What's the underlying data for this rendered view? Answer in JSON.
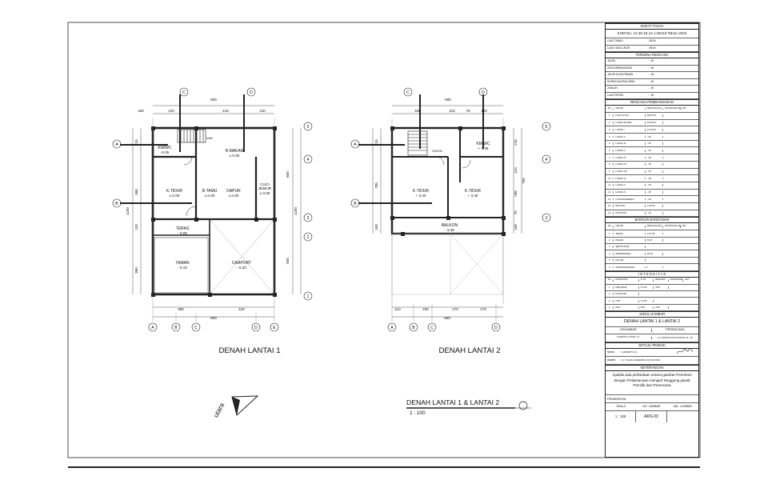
{
  "plans": {
    "floor1": {
      "title": "DENAH LANTAI 1",
      "rooms": [
        {
          "name": "KM/WC",
          "level": "-0.05"
        },
        {
          "name": "R.MAKAN",
          "level": "± 0.00"
        },
        {
          "name": "K.TIDUR",
          "level": "± 0.00"
        },
        {
          "name": "R.TAMU",
          "level": "± 0.00"
        },
        {
          "name": "DAPUR",
          "level": "± 0.00"
        },
        {
          "name": "CUCI JEMUR",
          "level": "± 0.00"
        },
        {
          "name": "TERAS",
          "level": "- 0.05"
        },
        {
          "name": "TAMAN",
          "level": "- 0.10"
        },
        {
          "name": "CARPORT",
          "level": "- 0.20"
        }
      ],
      "stair_label": "NAIK",
      "dims_top": [
        "150",
        "120",
        "410",
        "120",
        "800"
      ],
      "dims_bottom": [
        "380",
        "420",
        "800"
      ],
      "dims_left": [
        "215",
        "385",
        "120",
        "380",
        "1100"
      ],
      "dims_right": [
        "600",
        "500",
        "1100"
      ],
      "grid_letters": [
        "A",
        "B",
        "C",
        "D",
        "E"
      ],
      "grid_numbers": [
        "5",
        "4",
        "3",
        "2",
        "1"
      ],
      "section_marks": [
        "A",
        "B",
        "C",
        "D"
      ]
    },
    "floor2": {
      "title": "DENAH LANTAI 2",
      "rooms": [
        {
          "name": "KM/WC",
          "level": "+ 3.35"
        },
        {
          "name": "K.TIDUR",
          "level": "+ 3.40"
        },
        {
          "name": "K.TIDUR",
          "level": "+ 3.40"
        },
        {
          "name": "BALKON",
          "level": "- 3.35"
        }
      ],
      "stair_label": "TURUN",
      "dims_top": [
        "340",
        "115",
        "75",
        "150",
        "680"
      ],
      "dims_bottom": [
        "110",
        "230",
        "170",
        "170",
        "680"
      ],
      "dims_left": [
        "215",
        "785",
        "100"
      ],
      "dims_right": [
        "215",
        "110",
        "295",
        "70",
        "100",
        "700"
      ],
      "grid_letters": [
        "A",
        "B",
        "C",
        "D"
      ],
      "grid_numbers": [
        "5",
        "4",
        "3"
      ],
      "section_marks": [
        "A",
        "B",
        "C",
        "D"
      ]
    },
    "north_label": "utara",
    "sheet_label": "DENAH LANTAI 1 & LANTAI 2",
    "scale_label": "1 : 100"
  },
  "title_block": {
    "surat_tanah_header": "SURAT TANAH",
    "shm": "SHM No. 12.30.18.12.1.06119 Tahun 2024",
    "land": [
      {
        "k": "LUAS TANAH",
        "v": ": 88 M²"
      },
      {
        "k": "LUAS HASIL UKUR",
        "v": ": 88 M²"
      }
    ],
    "terkena_header": "TERKENA RENCANA",
    "terkena": [
      {
        "k": "JALAN",
        "v": ": - M²"
      },
      {
        "k": "ISOOL/BRANDGANG",
        "v": ": - M²"
      },
      {
        "k": "JALUR HIJAU/TAMAN",
        "v": ": - M²"
      },
      {
        "k": "NORMI KALI/SALURAN",
        "v": ": - M²"
      },
      {
        "k": "JUMLAH",
        "v": ": - M²"
      },
      {
        "k": "LUAS PERSIL",
        "v": ": - M²"
      }
    ],
    "rencana_header": "RENCANA PEMBANGUNAN",
    "rencana_cols": [
      "NO",
      "URAIAN",
      "RENCANA (M²)",
      "SISA/PAGAR (M²)",
      "KET"
    ],
    "rencana_rows": [
      [
        "1",
        "LUAS TOTAL",
        "88.00 M²",
        "",
        ""
      ],
      [
        "2",
        "LANTAI DASAR",
        "57.80 M²",
        "",
        ""
      ],
      [
        "3",
        "LANTAI I",
        "47.60 M²",
        "",
        ""
      ],
      [
        "4",
        "LANTAI II",
        "- M²",
        "",
        ""
      ],
      [
        "5",
        "LANTAI III",
        "- M²",
        "",
        ""
      ],
      [
        "6",
        "LANTAI V",
        "- M²",
        "",
        ""
      ],
      [
        "7",
        "LANTAI VI",
        "- M²",
        "",
        ""
      ],
      [
        "8",
        "LANTAI VII",
        "- M²",
        "",
        ""
      ],
      [
        "9",
        "LANTAI VIII",
        "- M²",
        "",
        ""
      ],
      [
        "10",
        "LANTAI IX",
        "- M²",
        "",
        ""
      ],
      [
        "11",
        "LANTAI X",
        "- M²",
        "",
        ""
      ],
      [
        "12",
        "LANTAI XI",
        "- M²",
        "",
        ""
      ],
      [
        "13",
        "LUAS BASEMENT",
        "- M²",
        "",
        ""
      ],
      [
        "14",
        "BALKON",
        "3.40 M²",
        "",
        ""
      ],
      [
        "15",
        "ROOFTOP",
        "- M²",
        "",
        ""
      ]
    ],
    "bangun_header": "BANGUN BANGUNAN",
    "bangun_cols": [
      "NO",
      "URAIAN",
      "RENCANA (M²)",
      "SISA/PAGAR (M²)",
      "KET"
    ],
    "bangun_rows": [
      [
        "1",
        "TERAS",
        "3.27 M²",
        "",
        ""
      ],
      [
        "2",
        "PAGAR",
        "19 M",
        "",
        ""
      ],
      [
        "3",
        "SEPTIKTANK",
        "",
        "",
        ""
      ],
      [
        "4",
        "PERKERASAN",
        "20 M²",
        "",
        ""
      ],
      [
        "5",
        "KOLAM",
        "",
        "",
        ""
      ],
      [
        "6",
        "SUMUR RESAPAN",
        "1",
        "",
        ""
      ]
    ],
    "intensitas_header": "I N T E N S I T A S",
    "intensitas_cols": [
      "NO",
      "INTENSITAS",
      "K.T.B.",
      "RENCANA",
      "SISA/PAGAR",
      "KET"
    ],
    "intensitas_rows": [
      [
        "1",
        "KDB (BCR)",
        "47.9%",
        "65%",
        "",
        ""
      ],
      [
        "2",
        "KLB (FAR)",
        "",
        "",
        "",
        ""
      ],
      [
        "3",
        "KTB",
        "47.9%",
        "",
        "",
        ""
      ],
      [
        "4",
        "KDH",
        "30%",
        "20%",
        "",
        ""
      ]
    ],
    "judul_header": "JUDUL GAMBAR",
    "judul": "DENAH LANTAI 1 & LANTAI 2",
    "digambar_label": "DIGAMBAR",
    "perencana_label": "PERENCANA",
    "digambar_value": "SYAWATUL FUTAKI, S.T.",
    "perencana_value": "M. S. BROTO SURYA PUSPITA, ST., UB",
    "setuju_header": "SETUJU PEMILIK",
    "nama_label": "Nama",
    "nama_value": ": LUSIMIRTI S.H.",
    "alamat_label": "Alamat",
    "alamat_value": ": JL. TULASI LIMAWONG 36 KOJO RID",
    "keterangan_header": "KETERANGAN",
    "keterangan": "Apabila ada perbedaan antara gambar Pemohon dengan Pelaksanaan menjadi Tanggung jawab Pemilik dan Perencana",
    "pemeriksa": "PEMERIKSA",
    "skala_label": "SKALA",
    "no_lembar_label": "NO. LEMBAR",
    "jml_lembar_label": "JML. LEMBAR",
    "skala_value": "1 : 100",
    "no_lembar_value": "ARS-03",
    "jml_lembar_value": ""
  }
}
